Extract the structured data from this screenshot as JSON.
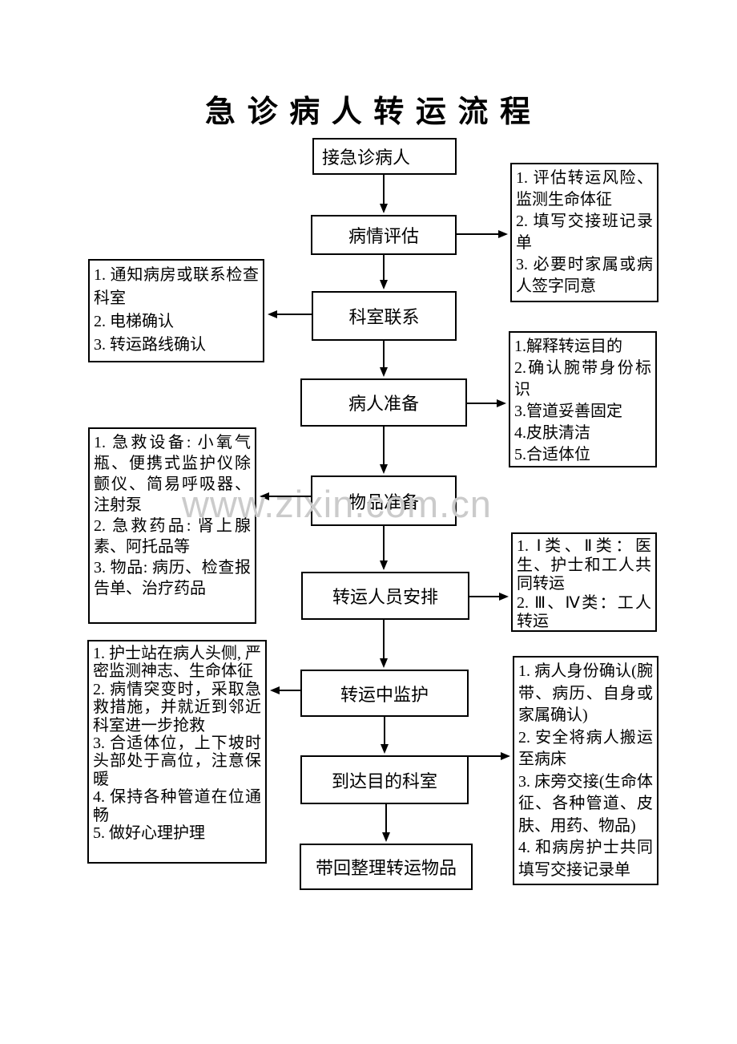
{
  "title": "急 诊 病 人 转 运 流 程",
  "watermark": "www.zixin.com.cn",
  "steps": [
    {
      "label": "接急诊病人"
    },
    {
      "label": "病情评估"
    },
    {
      "label": "科室联系"
    },
    {
      "label": "病人准备"
    },
    {
      "label": "物品准备"
    },
    {
      "label": "转运人员安排"
    },
    {
      "label": "转运中监护"
    },
    {
      "label": "到达目的科室"
    },
    {
      "label": "带回整理转运物品"
    }
  ],
  "notes": {
    "right1": {
      "items": [
        "1. 评估转运风险、监测生命体征",
        "2. 填写交接班记录单",
        "3. 必要时家属或病人签字同意"
      ]
    },
    "left1": {
      "items": [
        "1. 通知病房或联系检查科室",
        "2. 电梯确认",
        "3. 转运路线确认"
      ]
    },
    "right2": {
      "items": [
        "1.解释转运目的",
        "2.确认腕带身份标识",
        "3.管道妥善固定",
        "4.皮肤清洁",
        "5.合适体位"
      ]
    },
    "left2": {
      "items": [
        "1. 急救设备: 小氧气瓶、便携式监护仪除颤仪、简易呼吸器、注射泵",
        "2. 急救药品: 肾上腺素、阿托品等",
        "3. 物品: 病历、检查报告单、治疗药品"
      ]
    },
    "right3": {
      "items": [
        "1. Ⅰ类、Ⅱ类：医生、护士和工人共同转运",
        "2. Ⅲ、Ⅳ类：工人转运"
      ]
    },
    "left3": {
      "items": [
        "1. 护士站在病人头侧, 严密监测神志、生命体征",
        "2. 病情突变时，采取急救措施，并就近到邻近科室进一步抢救",
        "3. 合适体位，上下坡时头部处于高位，注意保暖",
        "4. 保持各种管道在位通畅",
        "5. 做好心理护理"
      ]
    },
    "right4": {
      "items": [
        "1. 病人身份确认(腕带、病历、自身或家属确认)",
        "2. 安全将病人搬运至病床",
        "3. 床旁交接(生命体征、各种管道、皮肤、用药、物品)",
        "4. 和病房护士共同填写交接记录单"
      ]
    }
  },
  "colors": {
    "line": "#000000",
    "box_border": "#000000",
    "background": "#ffffff",
    "watermark": "#cbcbcb"
  }
}
